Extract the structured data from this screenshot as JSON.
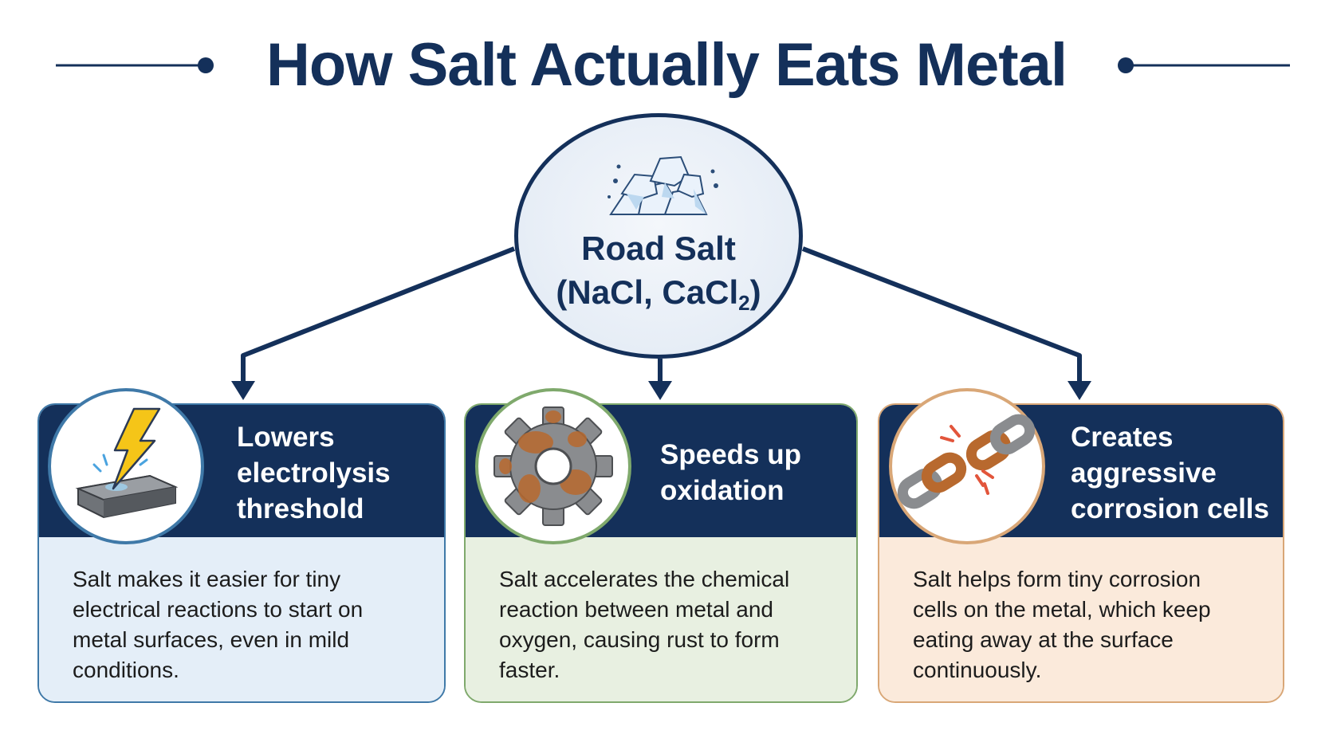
{
  "title": "How Salt Actually Eats Metal",
  "center": {
    "line1": "Road Salt",
    "line2_main": "(NaCl, CaCl",
    "line2_sub": "2",
    "line2_close": ")",
    "icon": "salt-crystals-icon"
  },
  "cards": [
    {
      "title": "Lowers\nelectrolysis\nthreshold",
      "text": "Salt makes it easier for tiny\nelectrical reactions to start on\nmetal surfaces, even in mild\nconditions.",
      "icon": "lightning-metal-plate-icon",
      "accent": "#3f79a8",
      "body_color": "#e4eef8"
    },
    {
      "title": "Speeds up\noxidation",
      "text": "Salt accelerates the chemical\nreaction between metal and\noxygen, causing rust to form\nfaster.",
      "icon": "rusty-gear-icon",
      "accent": "#7fa96c",
      "body_color": "#e8f0e1"
    },
    {
      "title": "Creates\naggressive\ncorrosion cells",
      "text": "Salt helps form tiny corrosion\ncells on the metal, which keep\neating away at the surface\ncontinuously.",
      "icon": "broken-chain-icon",
      "accent": "#d9a777",
      "body_color": "#fbeadb"
    }
  ],
  "colors": {
    "navy": "#14305a",
    "rust": "#b8692e"
  }
}
